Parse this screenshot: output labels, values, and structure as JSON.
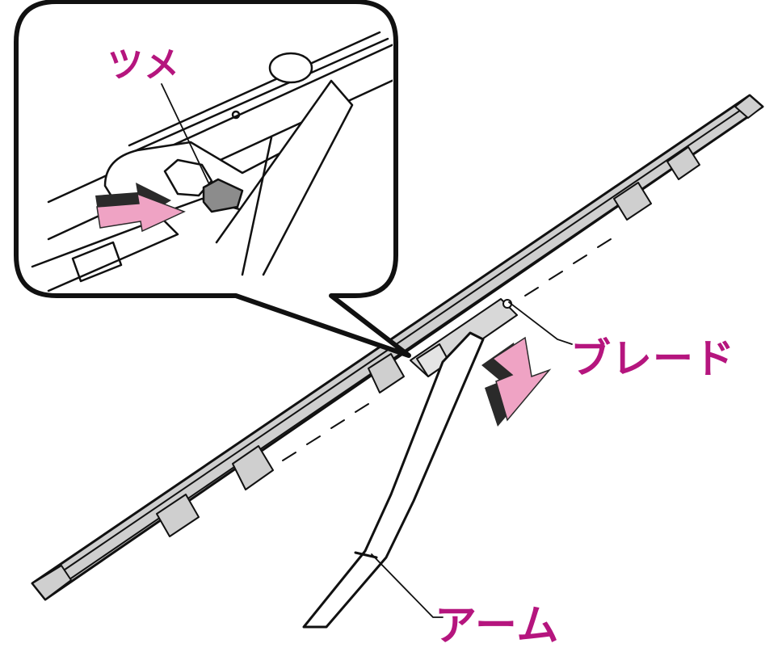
{
  "labels": {
    "claw": "ツメ",
    "blade": "ブレード",
    "arm": "アーム"
  },
  "colors": {
    "label": "#b5157e",
    "arrow_fill": "#efa3c4",
    "arrow_shadow": "#2a2a2a",
    "blade_fill": "#cfcfcf",
    "claw_fill": "#8c8c8c",
    "line": "#111111",
    "background": "#ffffff"
  },
  "icons": {
    "direction_arrow": "arrow-icon",
    "claw_part": "claw-icon"
  }
}
